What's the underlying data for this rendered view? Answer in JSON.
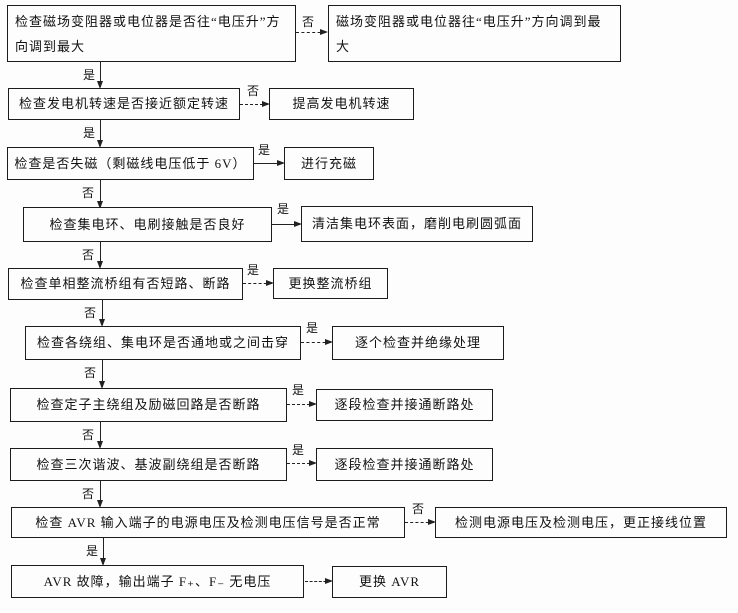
{
  "labels": {
    "yes": "是",
    "no": "否"
  },
  "rows": [
    {
      "check": "检查磁场变阻器或电位器是否往“电压升”方向调到最大",
      "branch_label": "否",
      "action": "磁场变阻器或电位器往“电压升”方向调到最大",
      "down_label": "是"
    },
    {
      "check": "检查发电机转速是否接近额定转速",
      "branch_label": "否",
      "action": "提高发电机转速",
      "down_label": "是"
    },
    {
      "check": "检查是否失磁（剩磁线电压低于 6V）",
      "branch_label": "是",
      "action": "进行充磁",
      "down_label": "否"
    },
    {
      "check": "检查集电环、电刷接触是否良好",
      "branch_label": "是",
      "action": "清洁集电环表面，磨削电刷圆弧面",
      "down_label": "否"
    },
    {
      "check": "检查单相整流桥组有否短路、断路",
      "branch_label": "是",
      "action": "更换整流桥组",
      "down_label": "否"
    },
    {
      "check": "检查各绕组、集电环是否通地或之间击穿",
      "branch_label": "是",
      "action": "逐个检查并绝缘处理",
      "down_label": "否"
    },
    {
      "check": "检查定子主绕组及励磁回路是否断路",
      "branch_label": "是",
      "action": "逐段检查并接通断路处",
      "down_label": "否"
    },
    {
      "check": "检查三次谐波、基波副绕组是否断路",
      "branch_label": "是",
      "action": "逐段检查并接通断路处",
      "down_label": "否"
    },
    {
      "check": "检查 AVR 输入端子的电源电压及检测电压信号是否正常",
      "branch_label": "否",
      "action": "检测电源电压及检测电压，更正接线位置",
      "down_label": "是"
    },
    {
      "check": "AVR 故障，输出端子 F₊、F₋ 无电压",
      "branch_label": "",
      "action": "更换 AVR",
      "down_label": ""
    }
  ]
}
